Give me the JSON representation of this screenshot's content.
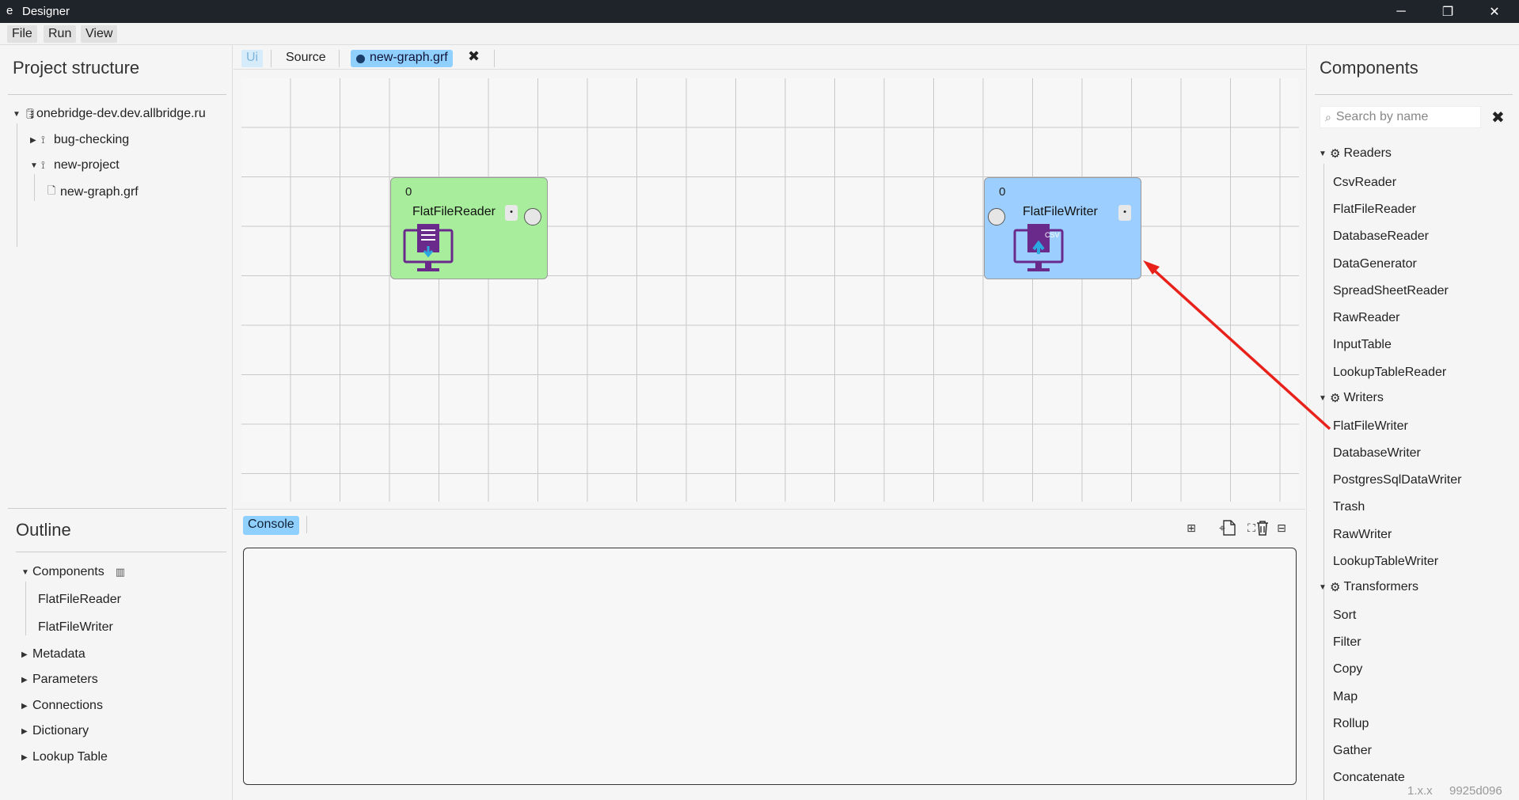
{
  "window": {
    "app_icon": "e",
    "title": "Designer",
    "minimize": "─",
    "maximize": "❐",
    "close": "✕"
  },
  "menu": [
    "File",
    "Run",
    "View"
  ],
  "project": {
    "title": "Project structure",
    "root": "onebridge-dev.dev.allbridge.ru",
    "items": [
      "bug-checking",
      "new-project"
    ],
    "file": "new-graph.grf"
  },
  "outline": {
    "title": "Outline",
    "components_label": "Components",
    "components": [
      "FlatFileReader",
      "FlatFileWriter"
    ],
    "sections": [
      "Metadata",
      "Parameters",
      "Connections",
      "Dictionary",
      "Lookup Table"
    ]
  },
  "tabs": {
    "ui": "Ui",
    "source": "Source",
    "graph": "new-graph.grf",
    "close": "✖"
  },
  "nodes": {
    "reader": {
      "count": "0",
      "name": "FlatFileReader",
      "color": "#a8ed9b",
      "menu": "•"
    },
    "writer": {
      "count": "0",
      "name": "FlatFileWriter",
      "color": "#9ccfff",
      "menu": "•",
      "badge": "CSV"
    }
  },
  "console": {
    "tab": "Console"
  },
  "components": {
    "title": "Components",
    "search_placeholder": "Search by name",
    "groups": [
      {
        "name": "Readers",
        "items": [
          "CsvReader",
          "FlatFileReader",
          "DatabaseReader",
          "DataGenerator",
          "SpreadSheetReader",
          "RawReader",
          "InputTable",
          "LookupTableReader"
        ]
      },
      {
        "name": "Writers",
        "items": [
          "FlatFileWriter",
          "DatabaseWriter",
          "PostgresSqlDataWriter",
          "Trash",
          "RawWriter",
          "LookupTableWriter"
        ]
      },
      {
        "name": "Transformers",
        "items": [
          "Sort",
          "Filter",
          "Copy",
          "Map",
          "Rollup",
          "Gather",
          "Concatenate"
        ]
      }
    ]
  },
  "footer": {
    "version": "1.x.x",
    "hash": "9925d096"
  },
  "colors": {
    "accent": "#8fd0ff",
    "arrow": "#e8221b",
    "icon_purple": "#6a2a8c"
  }
}
